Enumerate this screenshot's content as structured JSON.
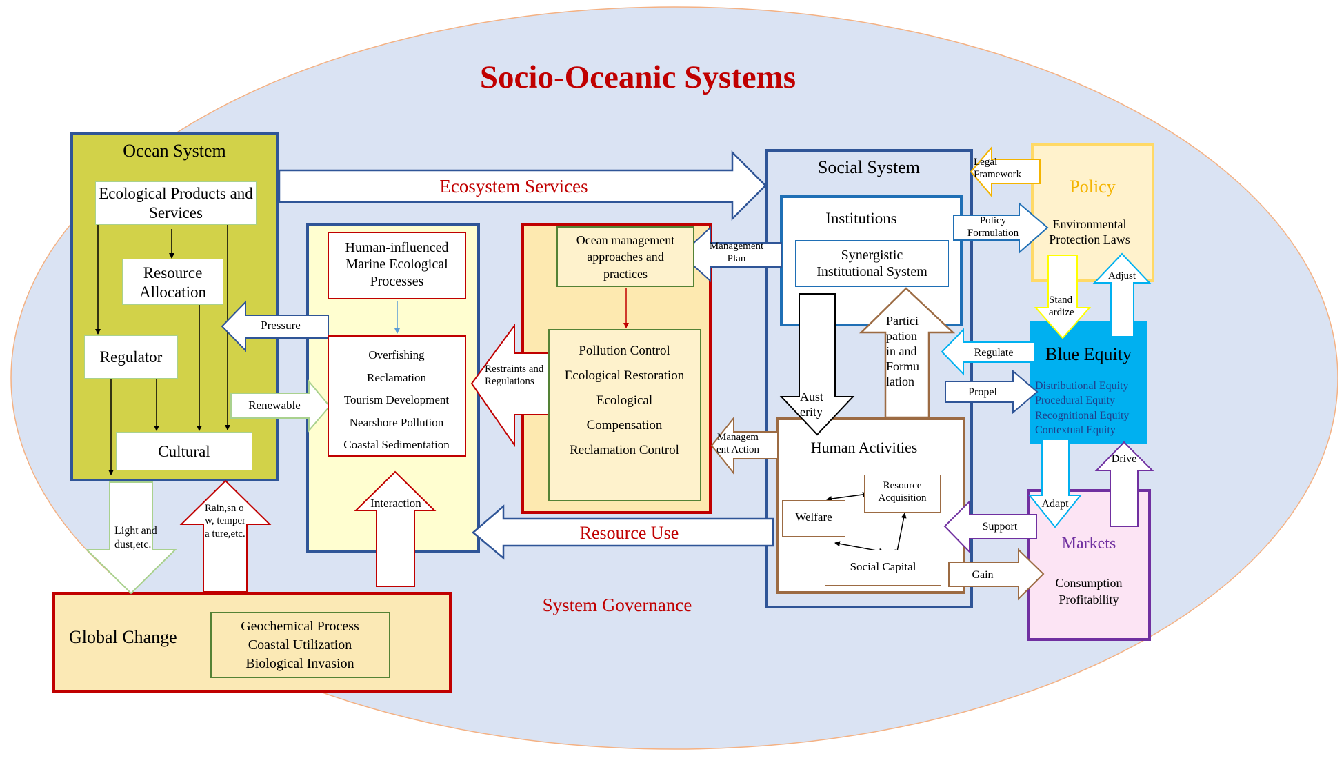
{
  "title": "Socio-Oceanic Systems",
  "governance_label": "System Governance",
  "ocean_system": {
    "title": "Ocean System",
    "products": "Ecological Products and Services",
    "resource_allocation": "Resource Allocation",
    "regulator": "Regulator",
    "cultural": "Cultural"
  },
  "ecosystem_services": "Ecosystem Services",
  "human_influenced": {
    "title": "Human-influenced Marine Ecological Processes",
    "items": [
      "Overfishing",
      "Reclamation",
      "Tourism Development",
      "Nearshore Pollution",
      "Coastal Sedimentation"
    ]
  },
  "management": {
    "title": "Ocean management approaches and practices",
    "items": [
      "Pollution Control",
      "Ecological Restoration",
      "Ecological",
      "Compensation",
      "Reclamation Control"
    ]
  },
  "social_system": {
    "title": "Social System",
    "institutions": "Institutions",
    "synergistic": "Synergistic Institutional System",
    "human_activities": "Human Activities",
    "resource_acquisition": "Resource Acquisition",
    "welfare": "Welfare",
    "social_capital": "Social Capital"
  },
  "policy": {
    "title": "Policy",
    "laws": "Environmental Protection Laws"
  },
  "blue_equity": {
    "title": "Blue Equity",
    "items": [
      "Distributional Equity",
      "Procedural Equity",
      "Recognitional Equity",
      "Contextual Equity"
    ]
  },
  "markets": {
    "title": "Markets",
    "items": [
      "Consumption",
      "Profitability"
    ]
  },
  "global_change": {
    "title": "Global Change",
    "items": [
      "Geochemical Process",
      "Coastal Utilization",
      "Biological Invasion"
    ]
  },
  "arrows": {
    "pressure": "Pressure",
    "renewable": "Renewable",
    "restraints": "Restraints and Regulations",
    "management_plan": "Management Plan",
    "management_action": "Managem ent Action",
    "resource_use": "Resource Use",
    "interaction": "Interaction",
    "light": "Light and dust,etc.",
    "rain": "Rain,sn ow, tempera ture,etc.",
    "austerity": "Aust erity",
    "participation": "Partici pation in and Formu lation",
    "legal_framework": "Legal Framework",
    "policy_formulation": "Policy Formulation",
    "standardize": "Stand ardize",
    "adjust": "Adjust",
    "regulate": "Regulate",
    "propel": "Propel",
    "adapt": "Adapt",
    "drive": "Drive",
    "support": "Support",
    "gain": "Gain"
  },
  "colors": {
    "title_red": "#c00000",
    "ellipse_fill": "#dae3f3",
    "ocean_fill": "#d2d249",
    "navy_border": "#2f5597",
    "blue_equity_fill": "#00b0f0",
    "policy_fill": "#fff2cc",
    "policy_text": "#f4b400",
    "markets_fill": "#fce4f4",
    "markets_border": "#7030a0",
    "brown_border": "#9c6b43",
    "green_border": "#548235"
  }
}
